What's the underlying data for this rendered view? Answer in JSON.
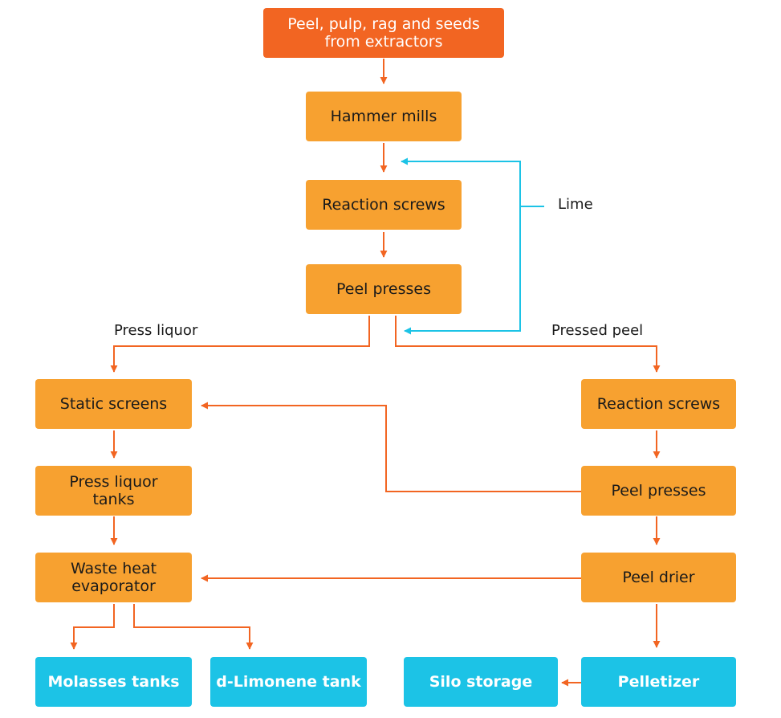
{
  "colors": {
    "start": "#f26522",
    "process": "#f7a130",
    "output": "#1cc3e6",
    "arrow": "#f26522",
    "lime_arrow": "#1cc3e6"
  },
  "nodes": {
    "start": {
      "line1": "Peel, pulp, rag and seeds",
      "line2": "from extractors"
    },
    "hammer_mills": "Hammer mills",
    "reaction_screws_1": "Reaction screws",
    "peel_presses_1": "Peel presses",
    "static_screens": "Static screens",
    "press_liquor_tanks": {
      "line1": "Press liquor",
      "line2": "tanks"
    },
    "waste_heat_evaporator": {
      "line1": "Waste heat",
      "line2": "evaporator"
    },
    "reaction_screws_2": "Reaction screws",
    "peel_presses_2": "Peel presses",
    "peel_drier": "Peel drier",
    "molasses_tanks": "Molasses tanks",
    "d_limonene_tank": "d-Limonene tank",
    "silo_storage": "Silo storage",
    "pelletizer": "Pelletizer"
  },
  "labels": {
    "lime": "Lime",
    "press_liquor": "Press liquor",
    "pressed_peel": "Pressed peel"
  }
}
